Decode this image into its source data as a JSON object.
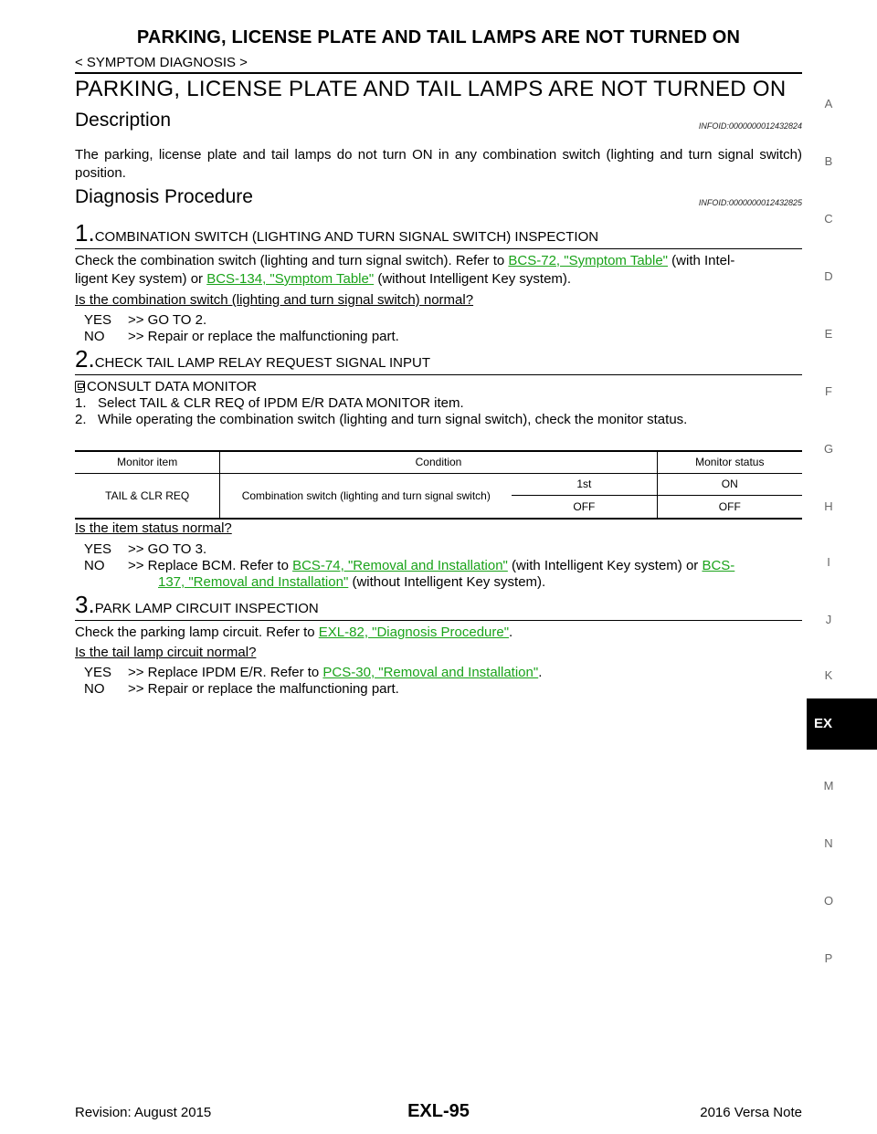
{
  "header": {
    "title": "PARKING, LICENSE PLATE AND TAIL LAMPS ARE NOT TURNED ON",
    "breadcrumb": "< SYMPTOM DIAGNOSIS >"
  },
  "page_title": "PARKING, LICENSE PLATE AND TAIL LAMPS ARE NOT TURNED ON",
  "description": {
    "heading": "Description",
    "infoid": "INFOID:0000000012432824",
    "text": "The parking, license plate and tail lamps do not turn ON in any combination switch (lighting and turn signal switch) position."
  },
  "procedure": {
    "heading": "Diagnosis Procedure",
    "infoid": "INFOID:0000000012432825"
  },
  "step1": {
    "num": "1.",
    "title": "COMBINATION SWITCH (LIGHTING AND TURN SIGNAL SWITCH) INSPECTION",
    "text_a": "Check the combination switch (lighting and turn signal switch). Refer to ",
    "link_a": "BCS-72, \"Symptom Table\"",
    "text_b": " (with Intel-",
    "text_c": "ligent Key system) or ",
    "link_b": "BCS-134, \"Symptom Table\"",
    "text_d": " (without Intelligent Key system).",
    "question": "Is the combination switch (lighting and turn signal switch) normal?",
    "yes_label": "YES",
    "yes_text": ">> GO TO 2.",
    "no_label": "NO",
    "no_text": ">> Repair or replace the malfunctioning part."
  },
  "step2": {
    "num": "2.",
    "title": "CHECK TAIL LAMP RELAY REQUEST SIGNAL INPUT",
    "consult": "CONSULT DATA MONITOR",
    "item1": "1.   Select TAIL & CLR REQ of IPDM E/R DATA MONITOR item.",
    "item2": "2.   While operating the combination switch (lighting and turn signal switch), check the monitor status.",
    "table": {
      "headers": [
        "Monitor item",
        "Condition",
        "Monitor status"
      ],
      "monitor_item": "TAIL & CLR REQ",
      "condition": "Combination switch (lighting and turn signal switch)",
      "rows": [
        {
          "position": "1st",
          "status": "ON"
        },
        {
          "position": "OFF",
          "status": "OFF"
        }
      ]
    },
    "question": "Is the item status normal?",
    "yes_label": "YES",
    "yes_text": ">> GO TO 3.",
    "no_label": "NO",
    "no_text_a": ">> Replace BCM. Refer to ",
    "no_link_a": "BCS-74, \"Removal and Installation\"",
    "no_text_b": " (with Intelligent Key system) or ",
    "no_link_b1": "BCS-",
    "no_link_b2": "137, \"Removal and Installation\"",
    "no_text_c": " (without Intelligent Key system)."
  },
  "step3": {
    "num": "3.",
    "title": "PARK LAMP CIRCUIT INSPECTION",
    "text_a": "Check the parking lamp circuit. Refer to ",
    "link_a": "EXL-82, \"Diagnosis Procedure\"",
    "text_b": ".",
    "question": "Is the tail lamp circuit normal?",
    "yes_label": "YES",
    "yes_text_a": ">> Replace IPDM E/R. Refer to ",
    "yes_link": "PCS-30, \"Removal and Installation\"",
    "yes_text_b": ".",
    "no_label": "NO",
    "no_text": ">> Repair or replace the malfunctioning part."
  },
  "side_index": [
    "A",
    "B",
    "C",
    "D",
    "E",
    "F",
    "G",
    "H",
    "I",
    "J",
    "K",
    "EX",
    "M",
    "N",
    "O",
    "P"
  ],
  "footer": {
    "revision": "Revision: August 2015",
    "page": "EXL-95",
    "model": "2016 Versa Note"
  },
  "colors": {
    "link": "#1aa31a",
    "tab_bg": "#000000",
    "side_letter": "#666666"
  },
  "icons": [
    "consult-monitor-icon"
  ]
}
